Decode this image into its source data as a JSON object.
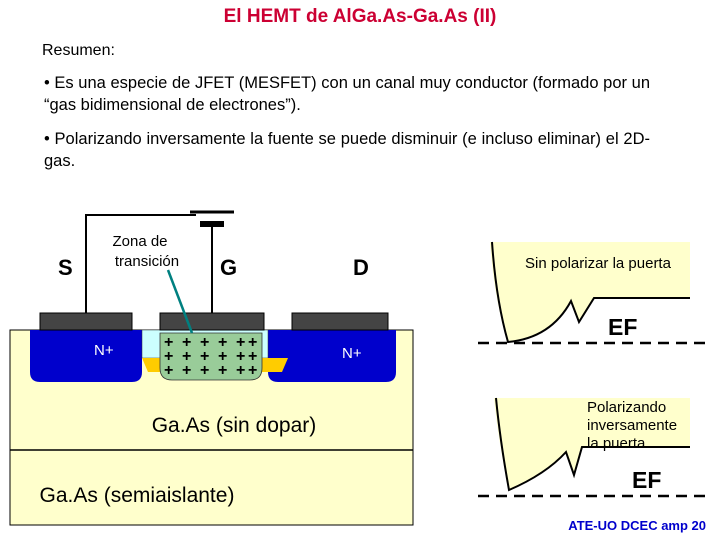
{
  "slide": {
    "title": "El HEMT de AlGa.As-Ga.As (II)",
    "summary_label": "Resumen:",
    "bullets": [
      "• Es una especie de JFET (MESFET) con un canal muy conductor (formado por un “gas bidimensional de electrones”).",
      "• Polarizando inversamente la fuente se puede disminuir (e incluso eliminar) el 2D-gas."
    ],
    "footer": "ATE-UO DCEC amp 20"
  },
  "device": {
    "source_label": "S",
    "gate_label": "G",
    "drain_label": "D",
    "transition_zone_label_1": "Zona de",
    "transition_zone_label_2": "transición",
    "n_plus_left": "N+",
    "n_plus_right": "N+",
    "undoped_label": "Ga.As (sin dopar)",
    "semi_insulating_label": "Ga.As (semiaislante)"
  },
  "bands": {
    "top_label": "Sin polarizar la puerta",
    "top_ef": "EF",
    "bottom_label_1": "Polarizando",
    "bottom_label_2": "inversamente",
    "bottom_label_3": "la puerta",
    "bottom_ef": "EF"
  },
  "colors": {
    "title": "#cc0033",
    "substrate": "#ffffcc",
    "n_plus": "#0000cc",
    "algaas": "#ccffff",
    "channel": "#ffcc00",
    "depletion": "#99cc99",
    "metal": "#444444",
    "band_fill": "#ffffcc",
    "footer": "#0000cc"
  }
}
